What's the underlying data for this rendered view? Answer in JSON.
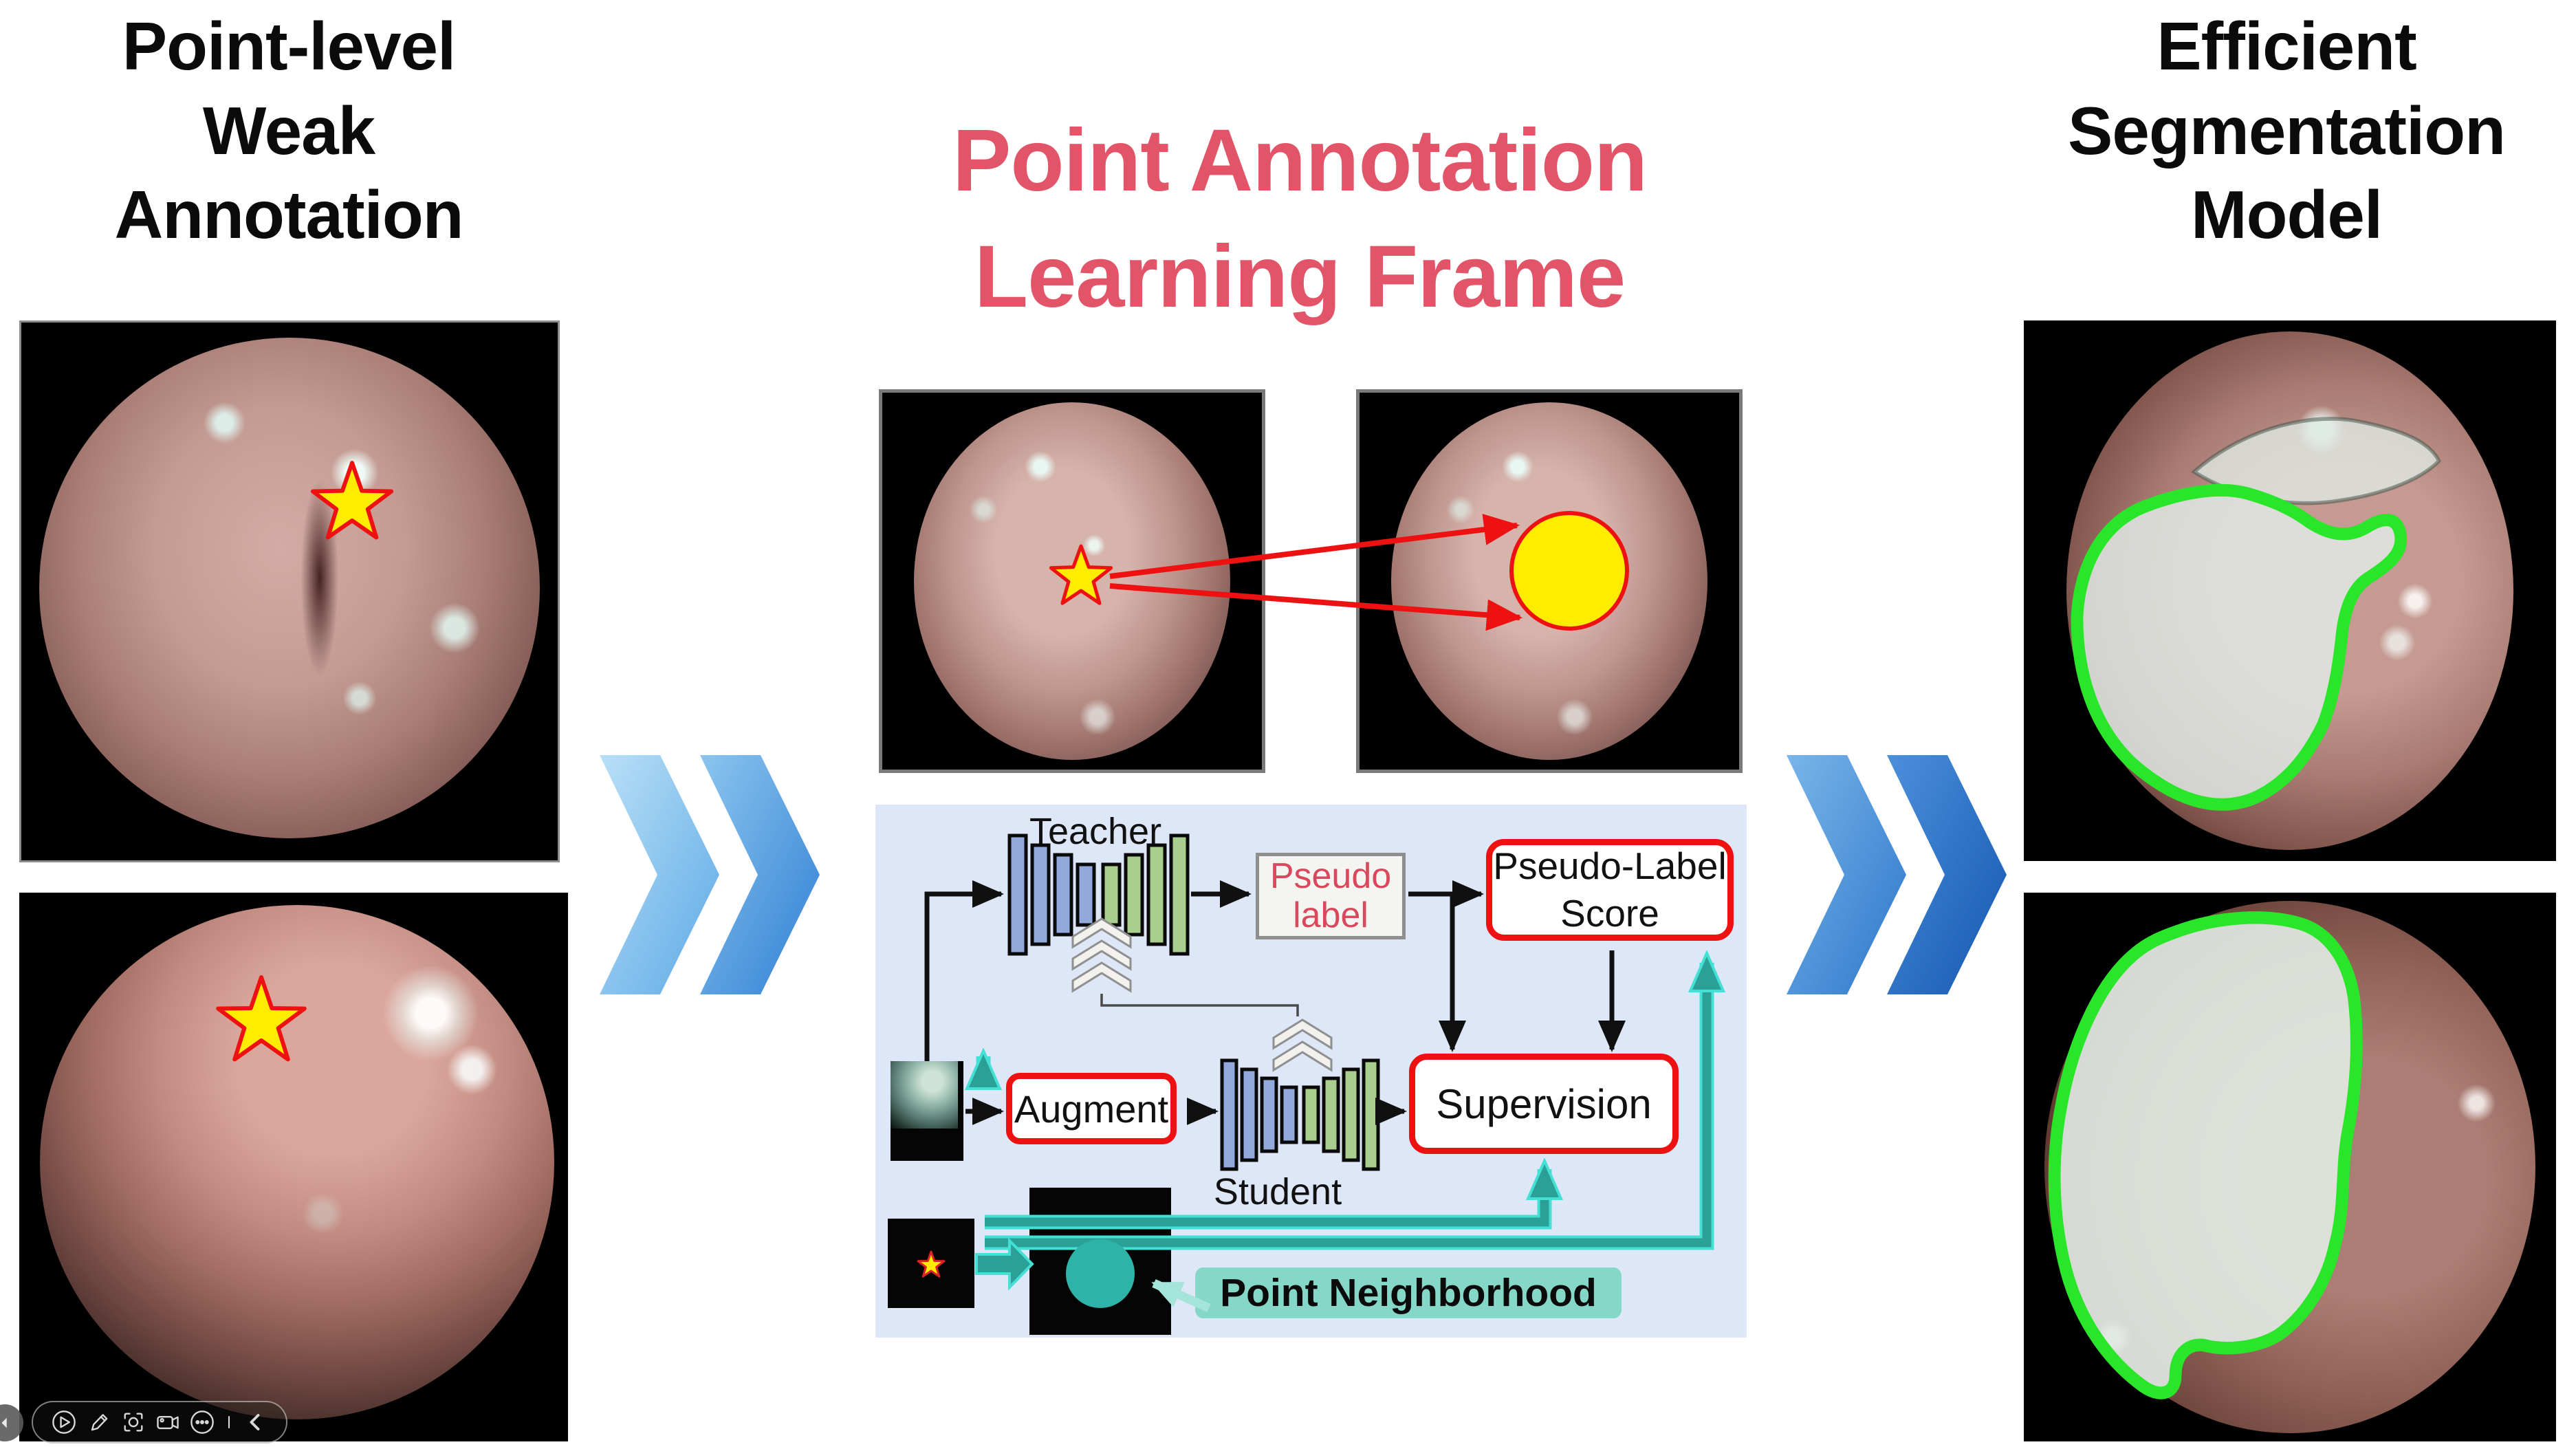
{
  "titles": {
    "left": [
      "Point-level",
      "Weak",
      "Annotation"
    ],
    "center": [
      "Point Annotation",
      "Learning Frame"
    ],
    "right": [
      "Efficient",
      "Segmentation",
      "Model"
    ]
  },
  "flowchart": {
    "teacher": "Teacher",
    "student": "Student",
    "pseudo_label": [
      "Pseudo",
      "label"
    ],
    "pseudo_label_score": [
      "Pseudo-Label",
      "Score"
    ],
    "augment": "Augment",
    "supervision": "Supervision",
    "point_neighborhood": "Point Neighborhood"
  },
  "annotations": {
    "point_marker": "star-icon",
    "neighborhood_marker": "filled-circle",
    "segmentation_outline": "green-contour"
  },
  "colors": {
    "center_title_red": "#e25568",
    "flow_box_red": "#ee1111",
    "flow_panel_bg": "#dde7f8",
    "pseudo_label_text": "#d9495e",
    "teal_arrow": "#2aa096",
    "teal_arrow_light": "#45e0d5",
    "point_neighborhood_bg": "#85d8c8",
    "encoder_bar_blue": "#93a9dc",
    "decoder_bar_green": "#a9cf8e",
    "chevron_blue_light": "#a9d4f0",
    "chevron_blue_dark": "#1b64c0",
    "annotation_yellow": "#ffec00",
    "annotation_outline_red": "#ee1111",
    "contour_green": "#2ae62a"
  },
  "toolbar": {
    "icons": [
      "play",
      "pen",
      "laser-pointer",
      "camera",
      "more",
      "collapse"
    ]
  }
}
